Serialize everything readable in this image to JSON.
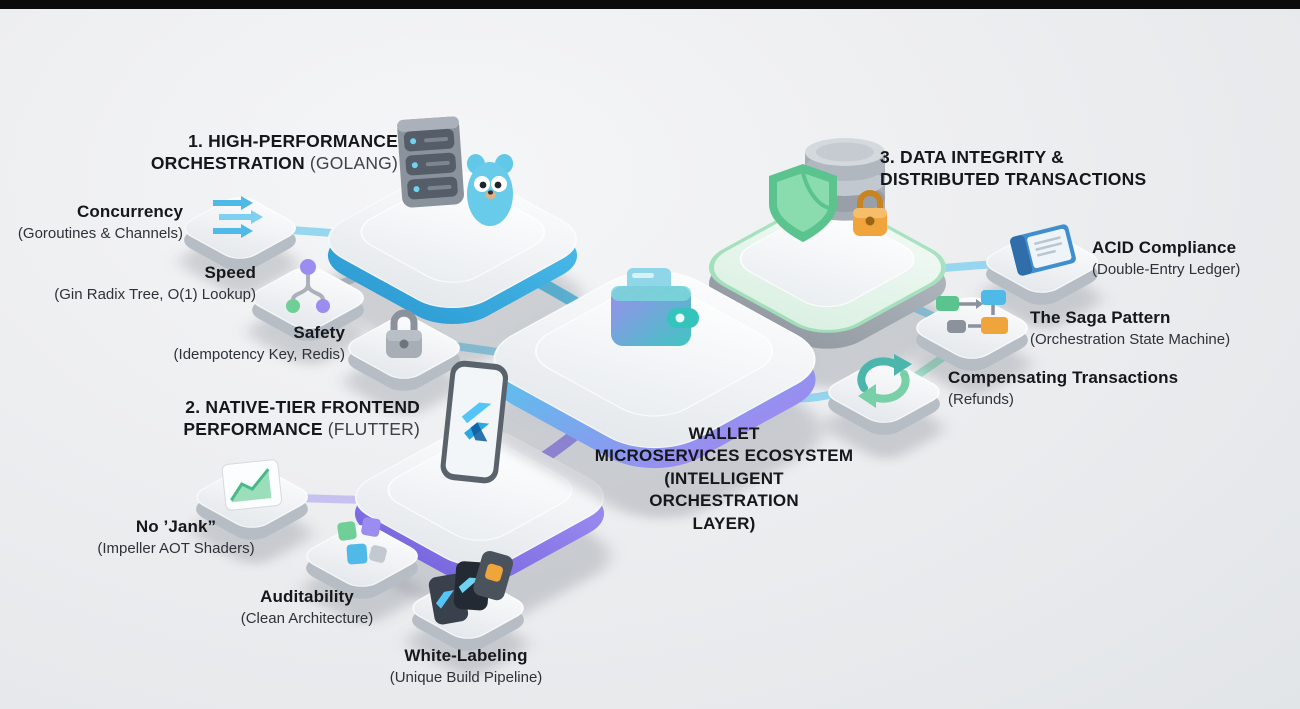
{
  "background": "#eceef0",
  "colors": {
    "accent_blue": "#57c4ec",
    "accent_purple": "#998af0",
    "accent_green": "#6fcf97",
    "accent_orange": "#f0a43c",
    "text_dark": "#15171b"
  },
  "center_hub": {
    "title_line1": "WALLET",
    "title_line2": "MICROSERVICES ECOSYSTEM",
    "title_line3": "(INTELLIGENT ORCHESTRATION",
    "title_line4": "LAYER)",
    "icon": "wallet-icon"
  },
  "sections": [
    {
      "id": "golang-orchestration",
      "heading_line1": "1. HIGH-PERFORMANCE",
      "heading_bold2": "ORCHESTRATION",
      "heading_light2": "(GOLANG)",
      "platform_icon": "server-with-gopher-icon",
      "items": [
        {
          "label": "Concurrency",
          "sub": "(Goroutines & Channels)",
          "icon": "parallel-arrows-icon"
        },
        {
          "label": "Speed",
          "sub": "(Gin Radix Tree, O(1) Lookup)",
          "icon": "radix-branch-icon"
        },
        {
          "label": "Safety",
          "sub": "(Idempotency Key, Redis)",
          "icon": "padlock-icon"
        }
      ]
    },
    {
      "id": "flutter-frontend",
      "heading_line1": "2. NATIVE-TIER FRONTEND",
      "heading_bold2": "PERFORMANCE",
      "heading_light2": "(FLUTTER)",
      "platform_icon": "phone-flutter-icon",
      "items": [
        {
          "label": "No ’Jank”",
          "sub": "(Impeller AOT Shaders)",
          "icon": "shader-chart-icon"
        },
        {
          "label": "Auditability",
          "sub": "(Clean Architecture)",
          "icon": "architecture-blocks-icon"
        },
        {
          "label": "White-Labeling",
          "sub": "(Unique Build Pipeline)",
          "icon": "stacked-apps-icon"
        }
      ]
    },
    {
      "id": "data-integrity",
      "heading_line1": "3. DATA INTEGRITY &",
      "heading_line2": "DISTRIBUTED TRANSACTIONS",
      "platform_icon": "database-shield-lock-icon",
      "items": [
        {
          "label": "ACID Compliance",
          "sub": "(Double-Entry Ledger)",
          "icon": "ledger-book-icon"
        },
        {
          "label": "The Saga Pattern",
          "sub": "(Orchestration State Machine)",
          "icon": "state-machine-icon"
        },
        {
          "label": "Compensating Transactions",
          "sub": "(Refunds)",
          "icon": "circular-arrows-icon"
        }
      ]
    }
  ]
}
